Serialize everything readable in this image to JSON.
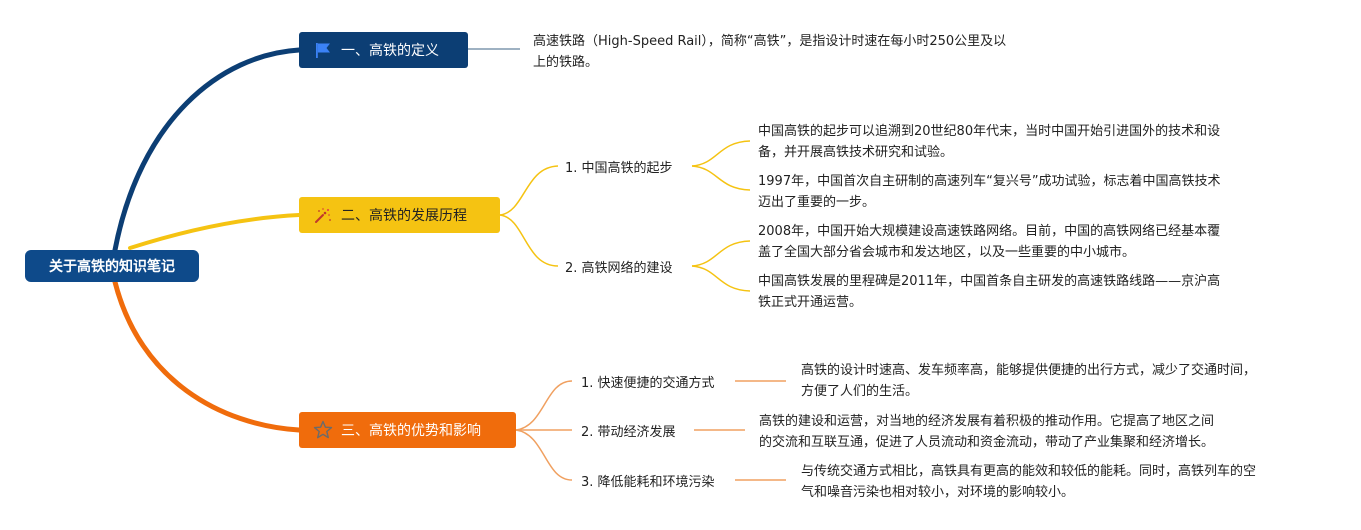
{
  "root": {
    "title": "关于高铁的知识笔记"
  },
  "branches": [
    {
      "title": "一、高铁的定义",
      "icon": "flag-icon",
      "leaves": [
        {
          "lines": [
            "高速铁路（High-Speed Rail），简称“高铁”，是指设计时速在每小时250公里及以",
            "上的铁路。"
          ]
        }
      ]
    },
    {
      "title": "二、高铁的发展历程",
      "icon": "fireworks-icon",
      "children": [
        {
          "title": "1. 中国高铁的起步",
          "leaves": [
            {
              "lines": [
                "中国高铁的起步可以追溯到20世纪80年代末，当时中国开始引进国外的技术和设",
                "备，并开展高铁技术研究和试验。"
              ]
            },
            {
              "lines": [
                "1997年，中国首次自主研制的高速列车“复兴号”成功试验，标志着中国高铁技术",
                "迈出了重要的一步。"
              ]
            }
          ]
        },
        {
          "title": "2. 高铁网络的建设",
          "leaves": [
            {
              "lines": [
                "2008年，中国开始大规模建设高速铁路网络。目前，中国的高铁网络已经基本覆",
                "盖了全国大部分省会城市和发达地区，以及一些重要的中小城市。"
              ]
            },
            {
              "lines": [
                "中国高铁发展的里程碑是2011年，中国首条自主研发的高速铁路线路——京沪高",
                "铁正式开通运营。"
              ]
            }
          ]
        }
      ]
    },
    {
      "title": "三、高铁的优势和影响",
      "icon": "star-icon",
      "children": [
        {
          "title": "1. 快速便捷的交通方式",
          "leaves": [
            {
              "lines": [
                "高铁的设计时速高、发车频率高，能够提供便捷的出行方式，减少了交通时间，",
                "方便了人们的生活。"
              ]
            }
          ]
        },
        {
          "title": "2. 带动经济发展",
          "leaves": [
            {
              "lines": [
                "高铁的建设和运营，对当地的经济发展有着积极的推动作用。它提高了地区之间",
                "的交流和互联互通，促进了人员流动和资金流动，带动了产业集聚和经济增长。"
              ]
            }
          ]
        },
        {
          "title": "3. 降低能耗和环境污染",
          "leaves": [
            {
              "lines": [
                "与传统交通方式相比，高铁具有更高的能效和较低的能耗。同时，高铁列车的空",
                "气和噪音污染也相对较小，对环境的影响较小。"
              ]
            }
          ]
        }
      ]
    }
  ],
  "colors": {
    "root": "#0e4a8a",
    "branch_1": "#0c3e74",
    "branch_2": "#f5c312",
    "branch_3": "#f06c0c",
    "connector_1": "#7f97ad",
    "connector_2": "#f5c312",
    "connector_3": "#f0a060"
  }
}
